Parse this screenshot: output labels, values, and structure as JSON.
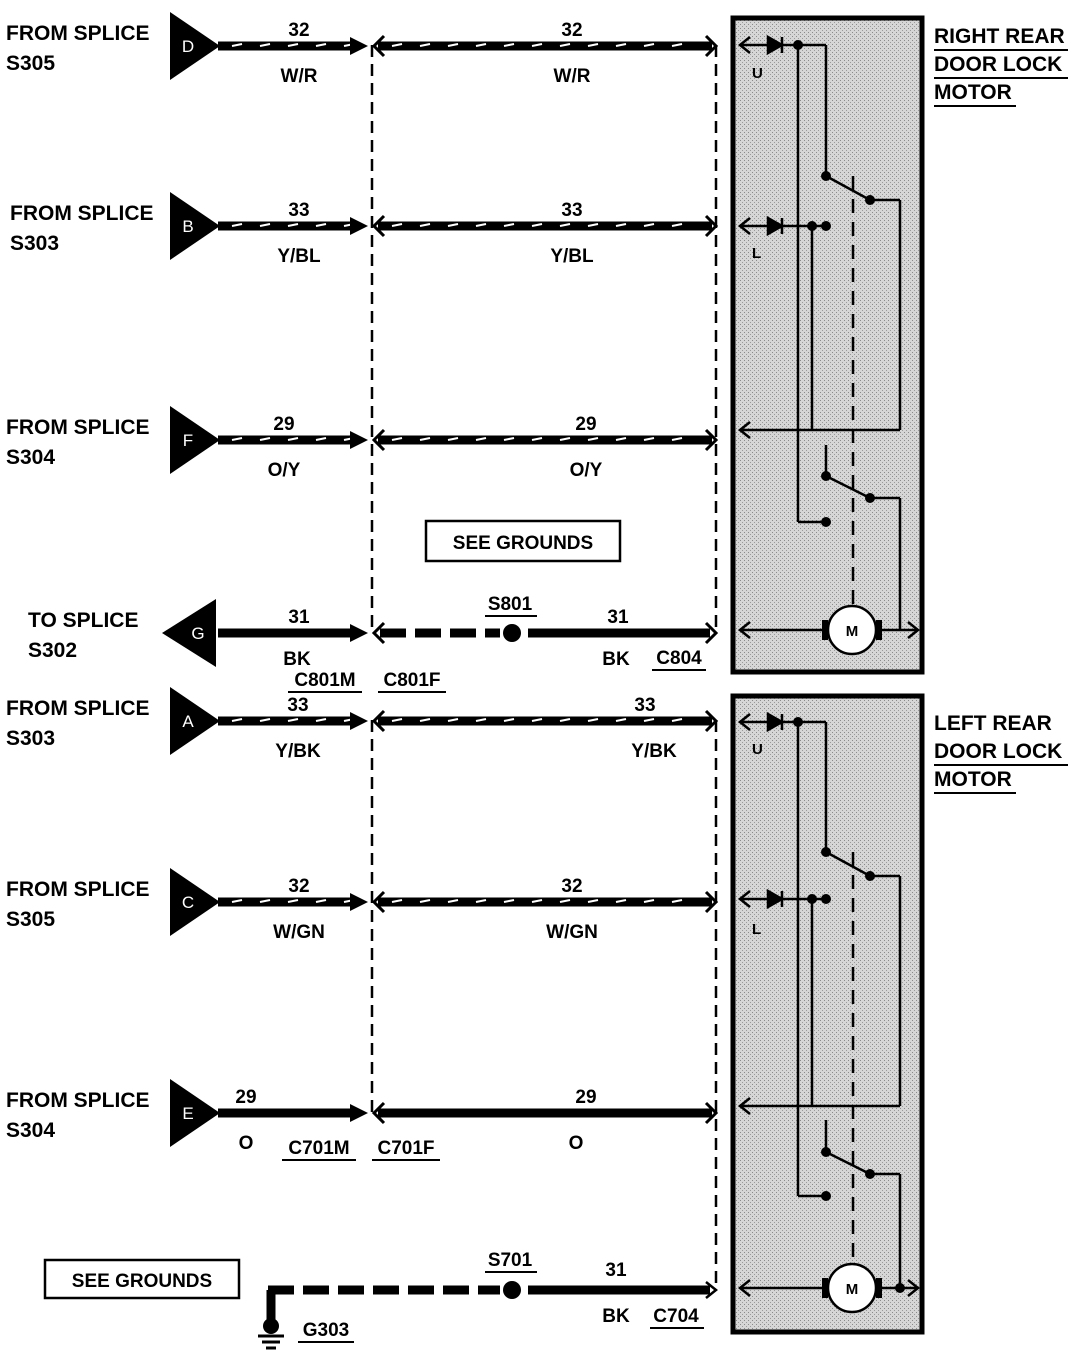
{
  "components": [
    {
      "name": "RIGHT REAR DOOR LOCK MOTOR",
      "lines": [
        "RIGHT REAR",
        "DOOR LOCK",
        "MOTOR"
      ]
    },
    {
      "name": "LEFT REAR DOOR LOCK MOTOR",
      "lines": [
        "LEFT REAR",
        "DOOR LOCK",
        "MOTOR"
      ]
    }
  ],
  "wires": [
    {
      "source_lines": [
        "FROM SPLICE",
        "S305"
      ],
      "tag": "D",
      "circuit_left": "32",
      "color_left": "W/R",
      "circuit_right": "32",
      "color_right": "W/R"
    },
    {
      "source_lines": [
        "FROM SPLICE",
        "S303"
      ],
      "tag": "B",
      "circuit_left": "33",
      "color_left": "Y/BL",
      "circuit_right": "33",
      "color_right": "Y/BL"
    },
    {
      "source_lines": [
        "FROM SPLICE",
        "S304"
      ],
      "tag": "F",
      "circuit_left": "29",
      "color_left": "O/Y",
      "circuit_right": "29",
      "color_right": "O/Y"
    },
    {
      "source_lines": [
        "TO SPLICE",
        "S302"
      ],
      "tag": "G",
      "circuit_left": "31",
      "color_left": "BK",
      "circuit_right": "31",
      "color_right": "BK"
    },
    {
      "source_lines": [
        "FROM SPLICE",
        "S303"
      ],
      "tag": "A",
      "circuit_left": "33",
      "color_left": "Y/BK",
      "circuit_right": "33",
      "color_right": "Y/BK"
    },
    {
      "source_lines": [
        "FROM SPLICE",
        "S305"
      ],
      "tag": "C",
      "circuit_left": "32",
      "color_left": "W/GN",
      "circuit_right": "32",
      "color_right": "W/GN"
    },
    {
      "source_lines": [
        "FROM SPLICE",
        "S304"
      ],
      "tag": "E",
      "circuit_left": "29",
      "color_left": "O",
      "circuit_right": "29",
      "color_right": "O"
    }
  ],
  "bottom_ground": {
    "circuit": "31",
    "color": "BK"
  },
  "connectors": [
    "C801M",
    "C801F",
    "C804",
    "C701M",
    "C701F",
    "C704"
  ],
  "splices": [
    "S801",
    "S701"
  ],
  "ground": "G303",
  "notes": [
    "SEE GROUNDS",
    "SEE GROUNDS"
  ],
  "motor_symbol": "M",
  "switch_labels": [
    "U",
    "L",
    "U",
    "L"
  ]
}
